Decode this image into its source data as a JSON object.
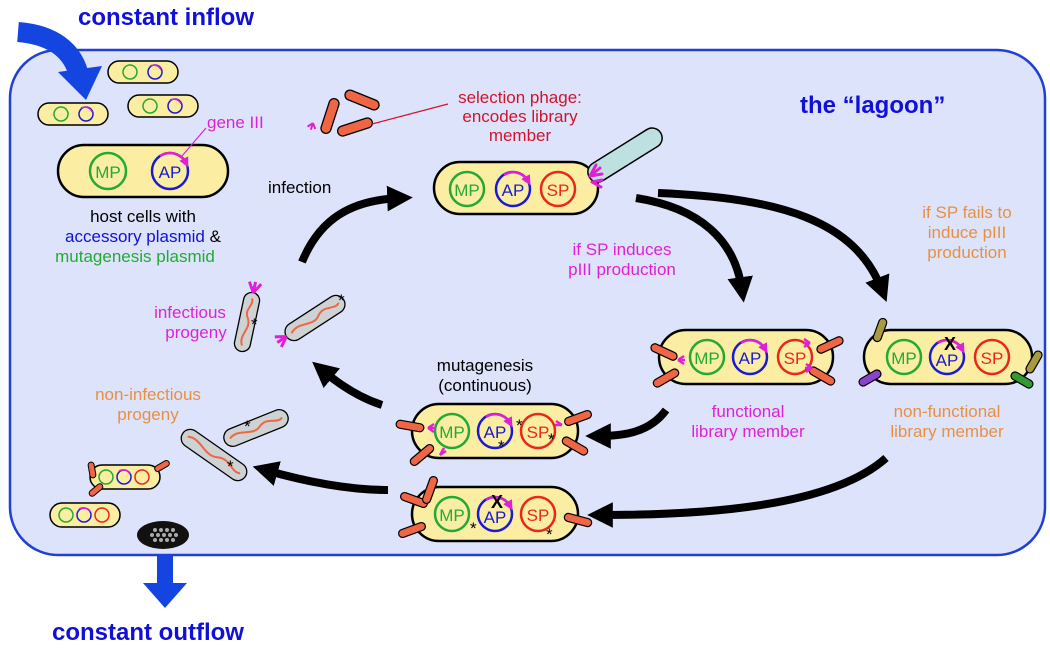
{
  "colors": {
    "lagoon_fill": "#dde3fb",
    "lagoon_stroke": "#1f3fd6",
    "cell_fill": "#fbeea3",
    "mp": "#22aa33",
    "ap": "#1a1ad6",
    "sp": "#e8281a",
    "magenta": "#e020d8",
    "orange": "#e89040",
    "red": "#d0142c",
    "blue": "#1010d8",
    "phage": "#ee6644",
    "phage_gray": "#cfd2d2",
    "phage_teal": "#bfe0e0",
    "arrow": "#000000",
    "flow": "#1545e0"
  },
  "flow": {
    "inflow": "constant inflow",
    "outflow": "constant outflow"
  },
  "lagoon_title": "the “lagoon”",
  "plasmids": {
    "mp": "MP",
    "ap": "AP",
    "sp": "SP"
  },
  "host": {
    "gene_label": "gene III",
    "caption_line1": "host cells with",
    "caption_line2": "accessory plasmid",
    "caption_amp": " &",
    "caption_line3": "mutagenesis plasmid"
  },
  "selection_phage": {
    "line1": "selection phage:",
    "line2": "encodes library",
    "line3": "member"
  },
  "steps": {
    "infection": "infection",
    "induces_line1": "if SP induces",
    "induces_line2": "pIII production",
    "fails_line1": "if SP fails to",
    "fails_line2": "induce pIII",
    "fails_line3": "production",
    "functional_line1": "functional",
    "functional_line2": "library member",
    "nonfunctional_line1": "non-functional",
    "nonfunctional_line2": "library member",
    "mutagenesis_line1": "mutagenesis",
    "mutagenesis_line2": "(continuous)",
    "infectious_line1": "infectious",
    "infectious_line2": "progeny",
    "noninfectious_line1": "non-infectious",
    "noninfectious_line2": "progeny"
  },
  "marks": {
    "knockout": "X",
    "mutation": "*"
  }
}
